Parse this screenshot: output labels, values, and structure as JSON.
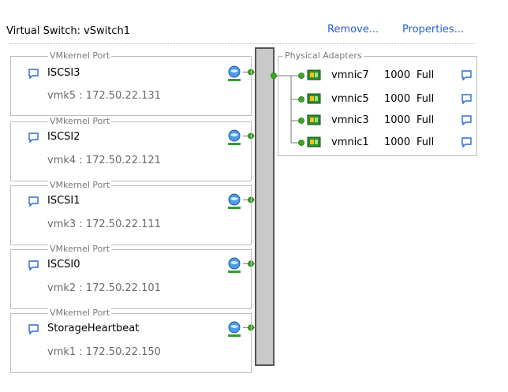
{
  "header": {
    "title": "Virtual Switch: vSwitch1",
    "remove_label": "Remove...",
    "properties_label": "Properties..."
  },
  "portgroups": [
    {
      "legend": "VMkernel Port",
      "name": "ISCSI3",
      "ip": "vmk5 : 172.50.22.131"
    },
    {
      "legend": "VMkernel Port",
      "name": "ISCSI2",
      "ip": "vmk4 : 172.50.22.121"
    },
    {
      "legend": "VMkernel Port",
      "name": "ISCSI1",
      "ip": "vmk3 : 172.50.22.111"
    },
    {
      "legend": "VMkernel Port",
      "name": "ISCSI0",
      "ip": "vmk2 : 172.50.22.101"
    },
    {
      "legend": "VMkernel Port",
      "name": "StorageHeartbeat",
      "ip": "vmk1 : 172.50.22.150"
    }
  ],
  "physical_adapters": {
    "legend": "Physical Adapters",
    "nics": [
      {
        "name": "vmnic7",
        "speed": "1000",
        "duplex": "Full"
      },
      {
        "name": "vmnic5",
        "speed": "1000",
        "duplex": "Full"
      },
      {
        "name": "vmnic3",
        "speed": "1000",
        "duplex": "Full"
      },
      {
        "name": "vmnic1",
        "speed": "1000",
        "duplex": "Full"
      }
    ]
  },
  "colors": {
    "link": "#2d5fd0",
    "wire": "#7a7a7a",
    "node_green": "#3aaa1e",
    "bus_fill": "#c9c9c9"
  },
  "icons": {
    "info": "speech-bubble-icon",
    "vmkernel": "network-globe-icon",
    "nic": "nic-chip-icon"
  }
}
